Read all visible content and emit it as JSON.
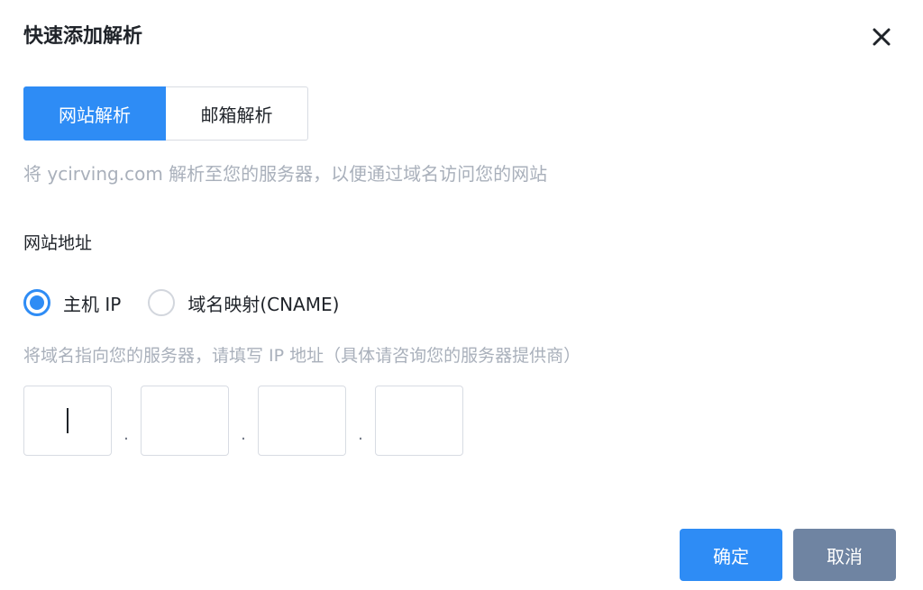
{
  "dialog": {
    "title": "快速添加解析",
    "close_icon": "close-icon"
  },
  "tabs": [
    {
      "label": "网站解析",
      "active": true
    },
    {
      "label": "邮箱解析",
      "active": false
    }
  ],
  "description": "将 ycirving.com 解析至您的服务器，以便通过域名访问您的网站",
  "section": {
    "label": "网站地址"
  },
  "record_type": {
    "options": [
      {
        "label": "主机 IP",
        "checked": true
      },
      {
        "label": "域名映射(CNAME)",
        "checked": false
      }
    ]
  },
  "hint": "将域名指向您的服务器，请填写 IP 地址（具体请咨询您的服务器提供商）",
  "ip_input": {
    "octets": [
      "",
      "",
      "",
      ""
    ],
    "separator": "."
  },
  "buttons": {
    "ok_label": "确定",
    "cancel_label": "取消"
  },
  "colors": {
    "primary": "#2e8cf5",
    "secondary": "#6f84a2",
    "hint_text": "#a9b0bb"
  }
}
